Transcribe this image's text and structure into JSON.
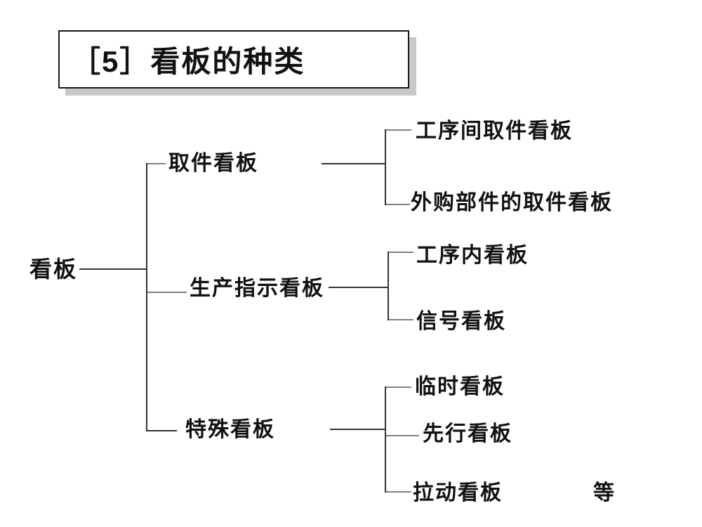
{
  "slide": {
    "title": "［5］看板的种类",
    "tree": {
      "root": "看板",
      "branches": [
        {
          "label": "取件看板",
          "children": [
            "工序间取件看板",
            "外购部件的取件看板"
          ]
        },
        {
          "label": "生产指示看板",
          "children": [
            "工序内看板",
            "信号看板"
          ]
        },
        {
          "label": "特殊看板",
          "children": [
            "临时看板",
            "先行看板",
            "拉动看板"
          ],
          "suffix": "等"
        }
      ]
    },
    "colors": {
      "background": "#ffffff",
      "text": "#111111",
      "line": "#333333",
      "tick": "#808080",
      "title_border": "#161616",
      "title_shadow": "#c9c9c9"
    }
  }
}
